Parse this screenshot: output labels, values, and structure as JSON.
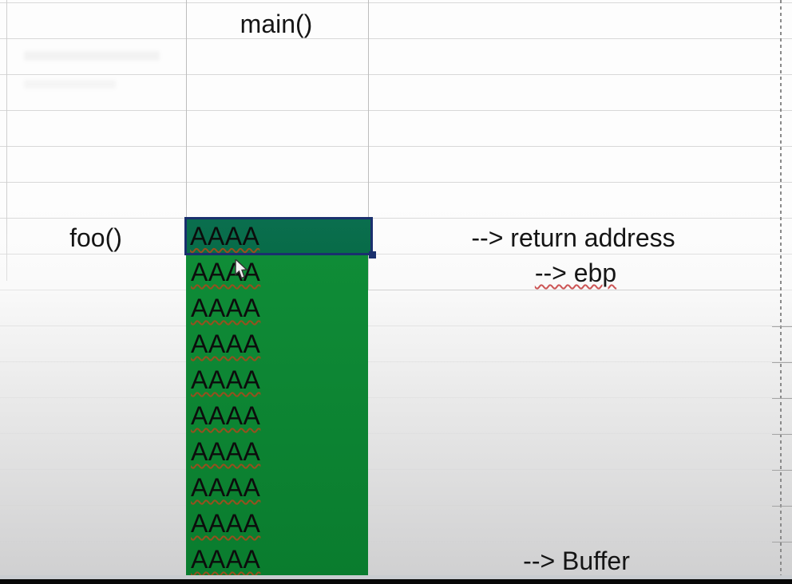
{
  "sheet": {
    "description": "Spreadsheet diagram of a stack buffer overflow",
    "labels": {
      "main": "main()",
      "foo": "foo()",
      "return_address": "--> return address",
      "ebp": "--> ebp",
      "buffer": "--> Buffer"
    },
    "buffer": {
      "selected_cell": "AAAA",
      "cells": [
        "AAAA",
        "AAAA",
        "AAAA",
        "AAAA",
        "AAAA",
        "AAAA",
        "AAAA",
        "AAAA",
        "AAAA"
      ]
    }
  },
  "colors": {
    "cell_green": "#0f8c37",
    "selected_green": "#086c48",
    "selection_border": "#1a306e",
    "squiggle_on_green": "#96501e",
    "squiggle_on_white": "#cc5555",
    "gridline": "#d8d8d8",
    "pagebreak_dash": "#8a8a8a"
  }
}
